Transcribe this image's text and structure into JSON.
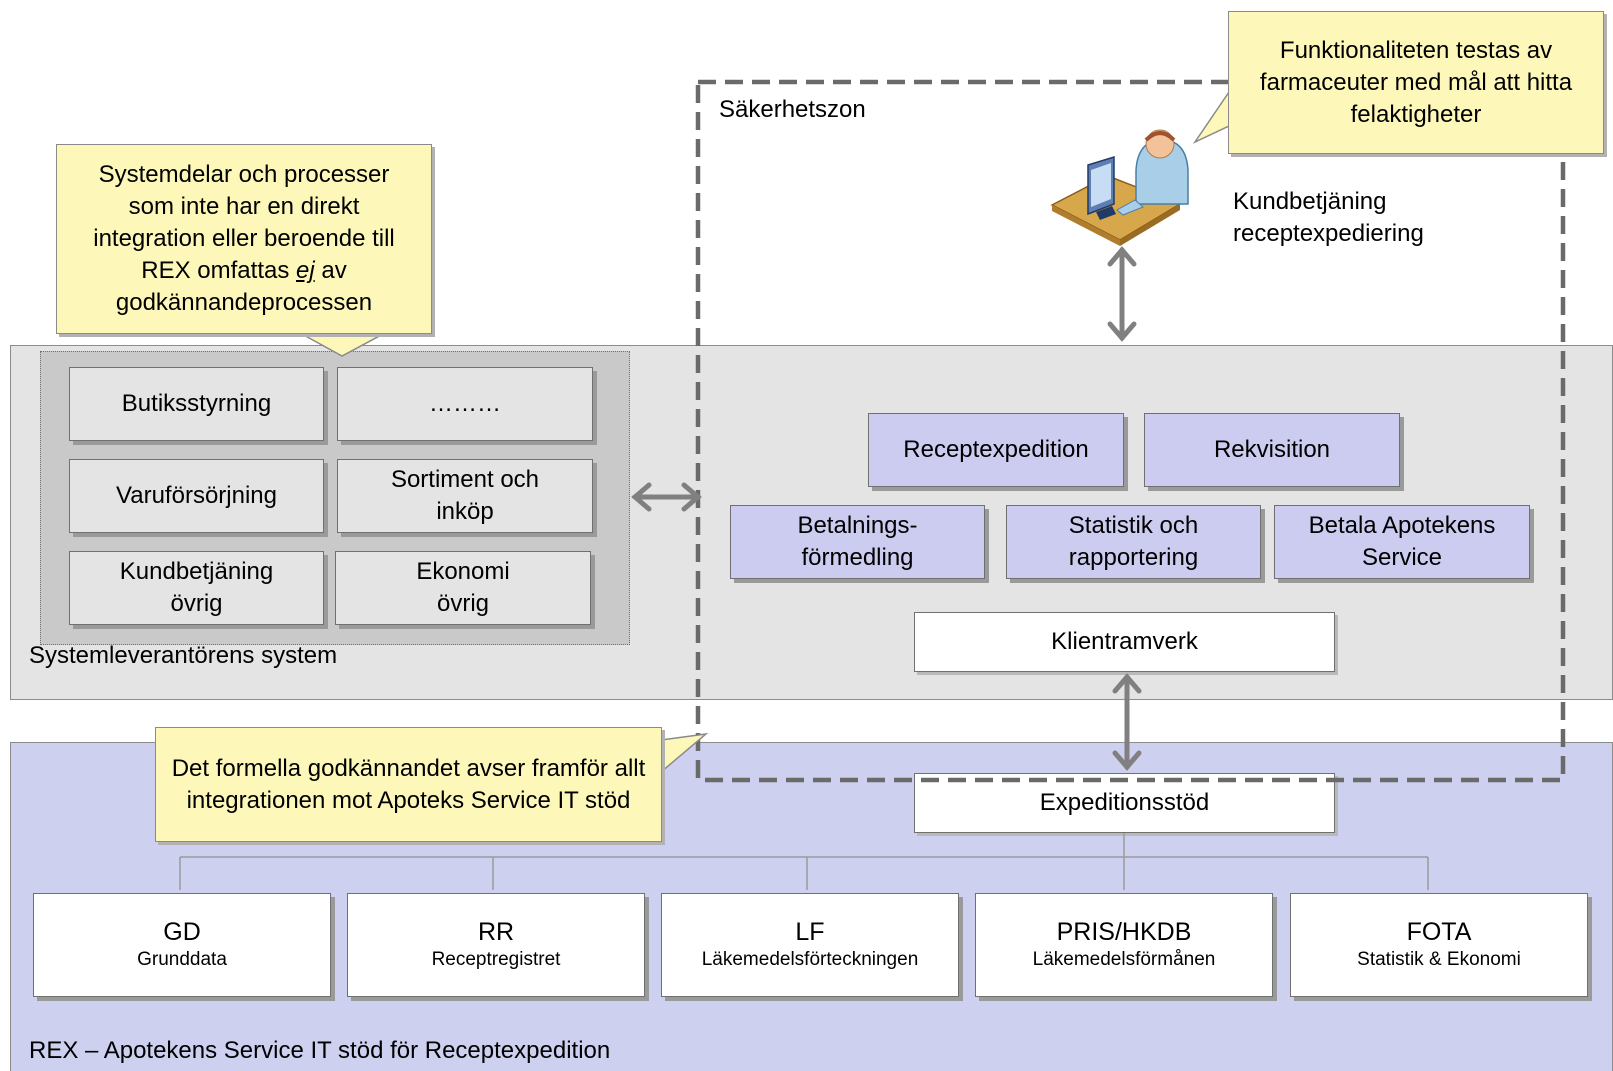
{
  "zones": {
    "system_label": "Systemleverantörens system",
    "rex_label": "REX – Apotekens Service IT stöd för Receptexpedition",
    "security_zone_label": "Säkerhetszon"
  },
  "callouts": {
    "left_line1": "Systemdelar och processer",
    "left_line2": "som inte har en direkt",
    "left_line3": "integration eller beroende till",
    "left_line4_pre": "REX omfattas ",
    "left_line4_em": "ej",
    "left_line4_post": " av",
    "left_line5": "godkännandeprocessen",
    "top_right": "Funktionaliteten testas av farmaceuter med mål att hitta felaktigheter",
    "bottom": "Det formella godkännandet avser framför allt integrationen mot Apoteks Service IT stöd"
  },
  "user": {
    "icon": "pharmacist-at-desk-icon",
    "line1": "Kundbetjäning",
    "line2": "receptexpediering"
  },
  "system_boxes": {
    "butiksstyrning": "Butiksstyrning",
    "dots": "………",
    "varuforsorjning": "Varuförsörjning",
    "sortiment_line1": "Sortiment och",
    "sortiment_line2": "inköp",
    "kundbetjaning_line1": "Kundbetjäning",
    "kundbetjaning_line2": "övrig",
    "ekonomi_line1": "Ekonomi",
    "ekonomi_line2": "övrig"
  },
  "rex_modules": {
    "receptexpedition": "Receptexpedition",
    "rekvisition": "Rekvisition",
    "betalnings_line1": "Betalnings-",
    "betalnings_line2": "förmedling",
    "statistik_line1": "Statistik och",
    "statistik_line2": "rapportering",
    "betala_line1": "Betala Apotekens",
    "betala_line2": "Service",
    "klientramverk": "Klientramverk"
  },
  "expeditionsstod": "Expeditionsstöd",
  "services": [
    {
      "code": "GD",
      "name": "Grunddata"
    },
    {
      "code": "RR",
      "name": "Receptregistret"
    },
    {
      "code": "LF",
      "name": "Läkemedelsförteckningen"
    },
    {
      "code": "PRIS/HKDB",
      "name": "Läkemedelsförmånen"
    },
    {
      "code": "FOTA",
      "name": "Statistik & Ekonomi"
    }
  ],
  "colors": {
    "system_bg": "#e4e4e4",
    "rex_bg": "#cdd0ee",
    "module_bg": "#ccccf0",
    "callout_bg": "#fdf8b9",
    "arrow": "#808080",
    "dashed": "#6a6a6a"
  }
}
